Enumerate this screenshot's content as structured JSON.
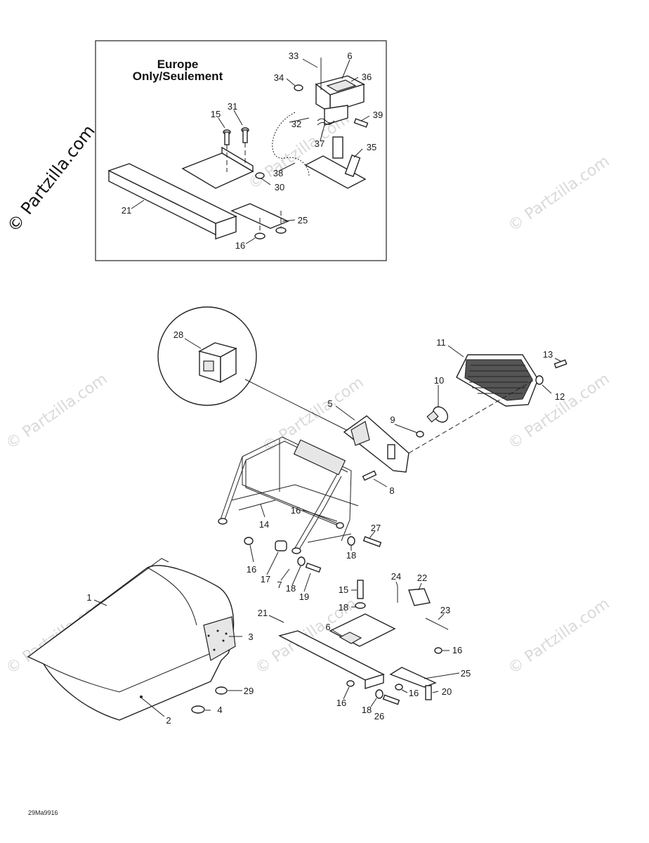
{
  "inset": {
    "title_line1": "Europe",
    "title_line2": "Only/Seulement",
    "labels": [
      "33",
      "6",
      "34",
      "36",
      "31",
      "15",
      "32",
      "39",
      "37",
      "35",
      "38",
      "30",
      "21",
      "25",
      "16"
    ]
  },
  "main": {
    "labels": [
      "28",
      "11",
      "13",
      "10",
      "12",
      "5",
      "9",
      "8",
      "16",
      "14",
      "27",
      "18",
      "16",
      "17",
      "7",
      "18",
      "19",
      "1",
      "15",
      "24",
      "22",
      "18",
      "23",
      "3",
      "21",
      "6",
      "16",
      "25",
      "29",
      "16",
      "16",
      "20",
      "18",
      "26",
      "4",
      "2"
    ]
  },
  "footer": {
    "drawing_code": "29Ma9916"
  },
  "watermark": {
    "side_text": "© Partzilla.com",
    "tile_text": "© Partzilla.com"
  }
}
